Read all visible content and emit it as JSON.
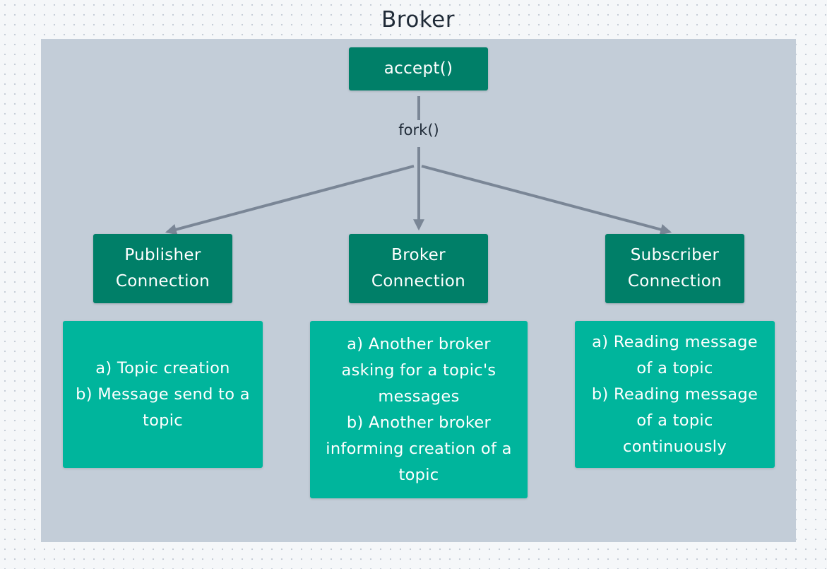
{
  "diagram": {
    "title": "Broker",
    "accept_label": "accept()",
    "fork_label": "fork()",
    "connections": {
      "publisher": {
        "label": "Publisher\nConnection",
        "description": "a) Topic creation\nb) Message send to a\ntopic"
      },
      "broker": {
        "label": "Broker\nConnection",
        "description": "a) Another broker\nasking for a topic's\nmessages\nb) Another broker\ninforming creation of a\ntopic"
      },
      "subscriber": {
        "label": "Subscriber\nConnection",
        "description": "a) Reading message\nof a topic\nb) Reading message\nof a topic\ncontinuously"
      }
    },
    "colors": {
      "dark_node": "#007f68",
      "light_node": "#00b59c",
      "frame": "#c3cdd8",
      "arrow": "#7a8696"
    }
  }
}
